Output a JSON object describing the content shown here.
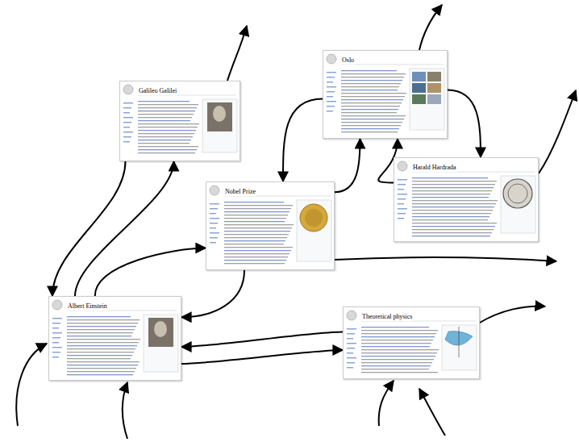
{
  "diagram": {
    "nodes": [
      {
        "text": [
          "Galileo Galilei"
        ]
      },
      {
        "text": [
          "Oslo"
        ]
      },
      {
        "text": [
          "Nobel Prize"
        ]
      },
      {
        "text": [
          "Harald Hardrada"
        ]
      },
      {
        "text": [
          "Albert Einstein"
        ]
      },
      {
        "text": [
          "Theoretical physics"
        ]
      }
    ],
    "edges": [
      {
        "from": 0,
        "to": 4,
        "arrow": "to"
      },
      {
        "from": 4,
        "to": 0,
        "arrow": "to"
      },
      {
        "from": 4,
        "to": 2,
        "arrow": "to"
      },
      {
        "from": 2,
        "to": 4,
        "arrow": "to"
      },
      {
        "from": 1,
        "to": 2,
        "arrow": "to"
      },
      {
        "from": 2,
        "to": 1,
        "arrow": "to"
      },
      {
        "from": 1,
        "to": 3,
        "arrow": "to"
      },
      {
        "from": 3,
        "to": 1,
        "arrow": "to"
      },
      {
        "from": 5,
        "to": 4,
        "arrow": "to"
      },
      {
        "from": 4,
        "to": 5,
        "arrow": "to"
      }
    ]
  }
}
